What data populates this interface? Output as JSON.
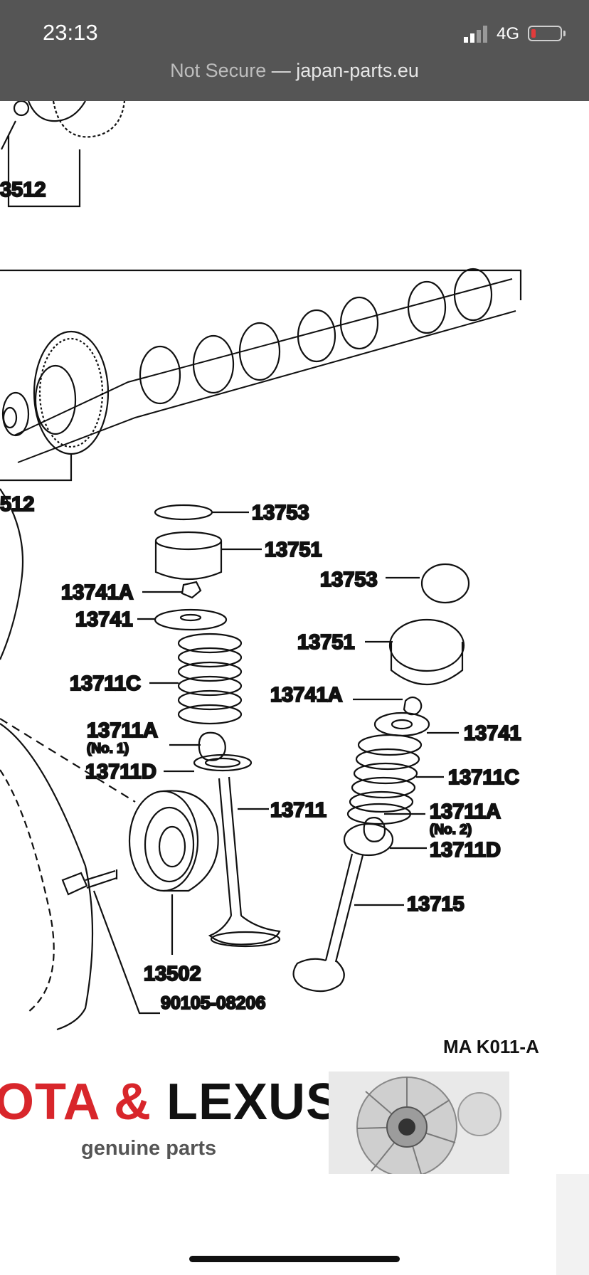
{
  "status_bar": {
    "time": "23:13",
    "network": "4G"
  },
  "browser": {
    "security_label": "Not Secure",
    "separator": " — ",
    "domain": "japan-parts.eu"
  },
  "diagram": {
    "labels": {
      "top_part": "3512",
      "gear_part": "512",
      "adjusting_shim_1": "13753",
      "lifter_1": "13751",
      "keeper_1": "13741A",
      "retainer_1": "13741",
      "spring_1": "13711C",
      "seal_1": "13711A",
      "seal_1_note": "(No. 1)",
      "seat_1": "13711D",
      "intake_valve": "13711",
      "cam_pulley": "13502",
      "bolt": "90105-08206",
      "adjusting_shim_2": "13753",
      "lifter_2": "13751",
      "keeper_2": "13741A",
      "retainer_2": "13741",
      "spring_2": "13711C",
      "seal_2": "13711A",
      "seal_2_note": "(No. 2)",
      "seat_2": "13711D",
      "exhaust_valve": "13715"
    },
    "figure_code": "MA K011-A"
  },
  "banner": {
    "brand_part1": "OTA ",
    "brand_amp": "&",
    "brand_part2": " LEXUS",
    "tagline": "genuine parts"
  },
  "colors": {
    "status_bar": "#555555",
    "brand_red": "#d8262b",
    "battery_low": "#e23b3b"
  }
}
